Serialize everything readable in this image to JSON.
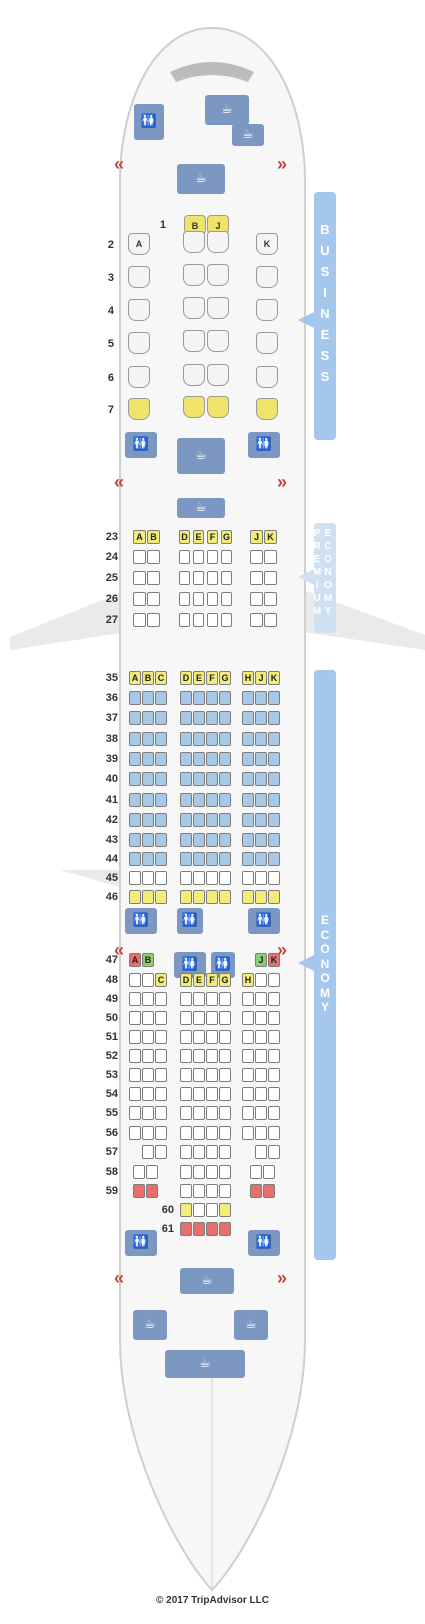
{
  "aircraft_cabins": {
    "business": {
      "label": "BUSINESS",
      "rows": [
        "1",
        "2",
        "3",
        "4",
        "5",
        "6",
        "7"
      ],
      "front_row_letters": [
        "B",
        "J"
      ],
      "side_letters": [
        "A",
        "K"
      ]
    },
    "premium_economy": {
      "label": "PREMIUM ECONOMY",
      "rows": [
        "23",
        "24",
        "25",
        "26",
        "27"
      ],
      "letters": [
        "A",
        "B",
        "D",
        "E",
        "F",
        "G",
        "J",
        "K"
      ]
    },
    "economy": {
      "label": "ECONOMY",
      "rows_front": [
        "35",
        "36",
        "37",
        "38",
        "39",
        "40",
        "41",
        "42",
        "43",
        "44",
        "45",
        "46"
      ],
      "rows_rear": [
        "47",
        "48",
        "49",
        "50",
        "51",
        "52",
        "53",
        "54",
        "55",
        "56",
        "57",
        "58",
        "59",
        "60",
        "61"
      ],
      "letters_front": [
        "A",
        "B",
        "C",
        "D",
        "E",
        "F",
        "G",
        "H",
        "J",
        "K"
      ],
      "letters_47_left": [
        "A",
        "B"
      ],
      "letters_47_right": [
        "J",
        "K"
      ],
      "letters_48": [
        "C",
        "D",
        "E",
        "F",
        "G",
        "H"
      ]
    }
  },
  "icons": [
    "lavatory-icon",
    "galley-icon",
    "exit-arrow-icon"
  ],
  "colors": {
    "cabin_bar": "#a6c7ec",
    "lav": "#7b97c2",
    "good": "#f3ec78",
    "bad": "#ea6e6e",
    "green": "#8fcc6e",
    "exit": "#c6433a"
  },
  "footer": "© 2017 TripAdvisor LLC"
}
